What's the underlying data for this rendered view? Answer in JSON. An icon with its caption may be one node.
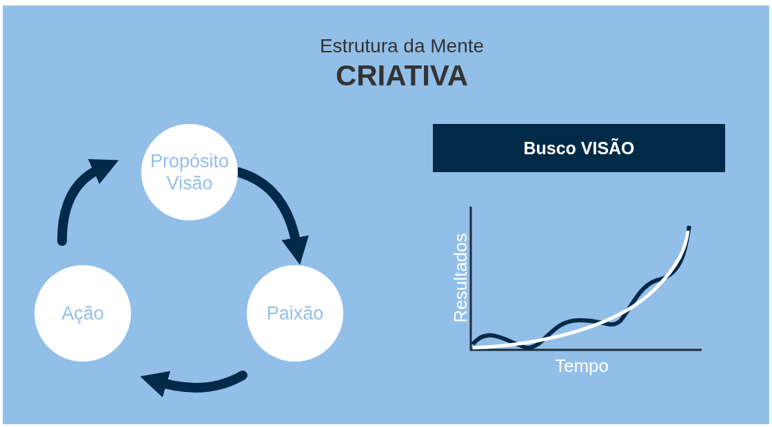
{
  "diagram": {
    "title": "Estrutura da Mente **CRIATIVA**",
    "nodes": [
      {
        "text": [
          "Propósito Visão"
        ]
      },
      {
        "text": [
          "Paixão"
        ]
      },
      {
        "text": [
          "Ação"
        ]
      },
      {
        "text": [
          "Busco VISÃO"
        ]
      }
    ],
    "edges": [
      {
        "from": 0,
        "to": 1,
        "arrow": "to"
      },
      {
        "from": 1,
        "to": 2,
        "arrow": "to"
      },
      {
        "from": 2,
        "to": 0,
        "arrow": "to"
      }
    ],
    "labels": [
      "Resultados",
      "Tempo"
    ]
  }
}
